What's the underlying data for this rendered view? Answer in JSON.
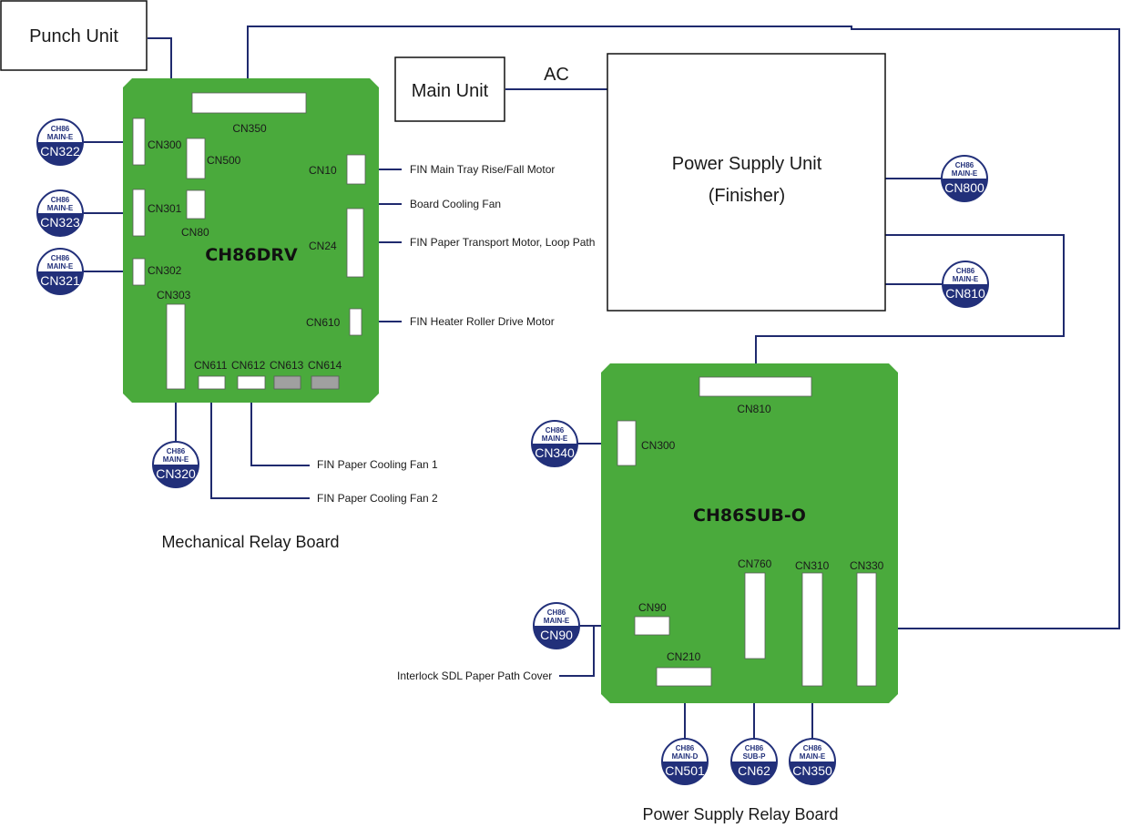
{
  "boxes": {
    "punch_unit": "Punch Unit",
    "main_unit": "Main Unit",
    "ac": "AC",
    "psu_line1": "Power Supply Unit",
    "psu_line2": "(Finisher)"
  },
  "mech_board": {
    "title": "CH86DRV",
    "caption": "Mechanical Relay Board",
    "connectors": {
      "cn350": "CN350",
      "cn300": "CN300",
      "cn500": "CN500",
      "cn10": "CN10",
      "cn301": "CN301",
      "cn80": "CN80",
      "cn24": "CN24",
      "cn302": "CN302",
      "cn303": "CN303",
      "cn610": "CN610",
      "cn611": "CN611",
      "cn612": "CN612",
      "cn613": "CN613",
      "cn614": "CN614"
    },
    "targets": {
      "tray_motor": "FIN Main Tray Rise/Fall Motor",
      "board_fan": "Board Cooling Fan",
      "transport_motor": "FIN Paper Transport Motor, Loop Path",
      "heater_motor": "FIN Heater Roller Drive Motor",
      "cooling_fan1": "FIN Paper Cooling Fan 1",
      "cooling_fan2": "FIN Paper Cooling Fan 2"
    }
  },
  "sub_board": {
    "title": "CH86SUB-O",
    "caption": "Power Supply Relay Board",
    "connectors": {
      "cn810": "CN810",
      "cn300": "CN300",
      "cn760": "CN760",
      "cn310": "CN310",
      "cn330": "CN330",
      "cn90": "CN90",
      "cn210": "CN210"
    },
    "targets": {
      "interlock": "Interlock SDL Paper Path Cover"
    }
  },
  "badges": {
    "cn322": {
      "line1": "CH86",
      "line2": "MAIN-E",
      "id": "CN322"
    },
    "cn323": {
      "line1": "CH86",
      "line2": "MAIN-E",
      "id": "CN323"
    },
    "cn321": {
      "line1": "CH86",
      "line2": "MAIN-E",
      "id": "CN321"
    },
    "cn320": {
      "line1": "CH86",
      "line2": "MAIN-E",
      "id": "CN320"
    },
    "cn800": {
      "line1": "CH86",
      "line2": "MAIN-E",
      "id": "CN800"
    },
    "cn810": {
      "line1": "CH86",
      "line2": "MAIN-E",
      "id": "CN810"
    },
    "cn340": {
      "line1": "CH86",
      "line2": "MAIN-E",
      "id": "CN340"
    },
    "cn90": {
      "line1": "CH86",
      "line2": "MAIN-E",
      "id": "CN90"
    },
    "cn501": {
      "line1": "CH86",
      "line2": "MAIN-D",
      "id": "CN501"
    },
    "cn62": {
      "line1": "CH86",
      "line2": "SUB-P",
      "id": "CN62"
    },
    "cn350": {
      "line1": "CH86",
      "line2": "MAIN-E",
      "id": "CN350"
    }
  },
  "colors": {
    "board_green": "#4aaa3c",
    "wire_navy": "#1f2a6e",
    "badge_navy": "#22307a"
  }
}
